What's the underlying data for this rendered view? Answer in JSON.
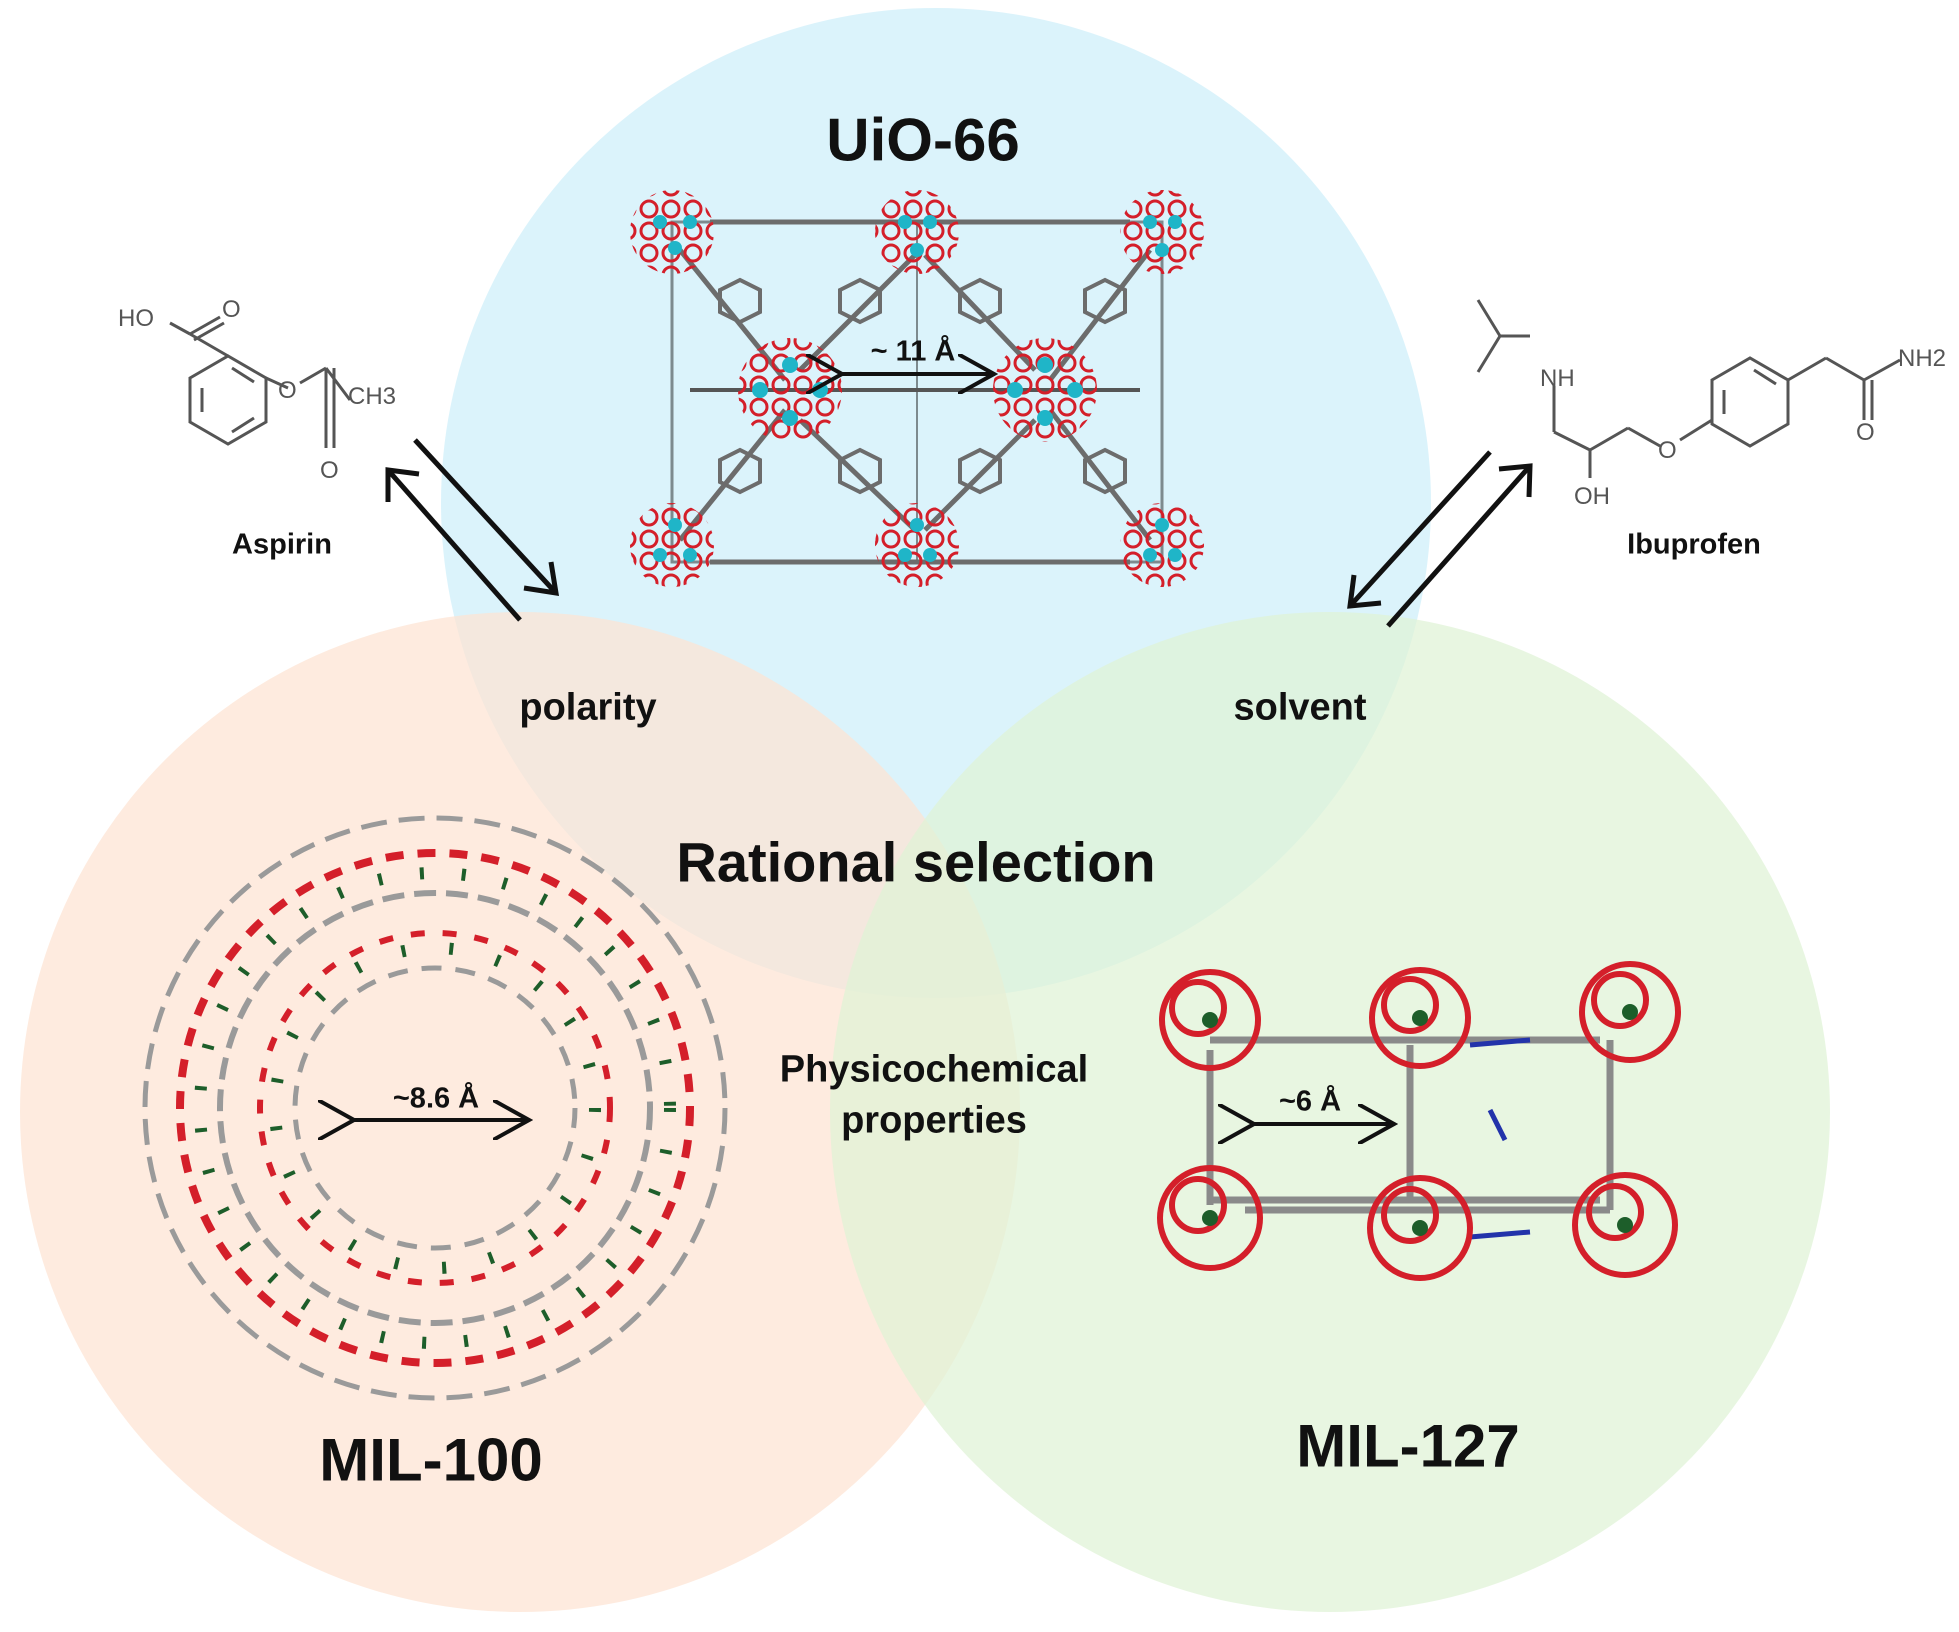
{
  "circles": {
    "top": {
      "title": "UiO-66",
      "color": "#cdeefa"
    },
    "left": {
      "title": "MIL-100",
      "color": "#fde3d3"
    },
    "right": {
      "title": "MIL-127",
      "color": "#dff2d6"
    }
  },
  "center_label": "Rational selection",
  "overlap_labels": {
    "top_left": "polarity",
    "top_right": "solvent",
    "left_right_line1": "Physicochemical",
    "left_right_line2": "properties"
  },
  "pore_labels": {
    "uio66": "~ 11 Å",
    "mil100": "~8.6 Å",
    "mil127": "~6 Å"
  },
  "molecules": {
    "left": {
      "name": "Aspirin",
      "atoms": [
        "HO",
        "O",
        "O",
        "CH3",
        "O"
      ]
    },
    "right": {
      "name": "Ibuprofen",
      "atoms": [
        "NH",
        "OH",
        "O",
        "NH2",
        "O"
      ]
    }
  },
  "colors": {
    "oxygen_red": "#d41f2a",
    "zr_cyan": "#1fb5c8",
    "fe_green": "#1d5e2a",
    "carbon_gray": "#8a8a8a",
    "nitrogen_blue": "#2233aa"
  }
}
